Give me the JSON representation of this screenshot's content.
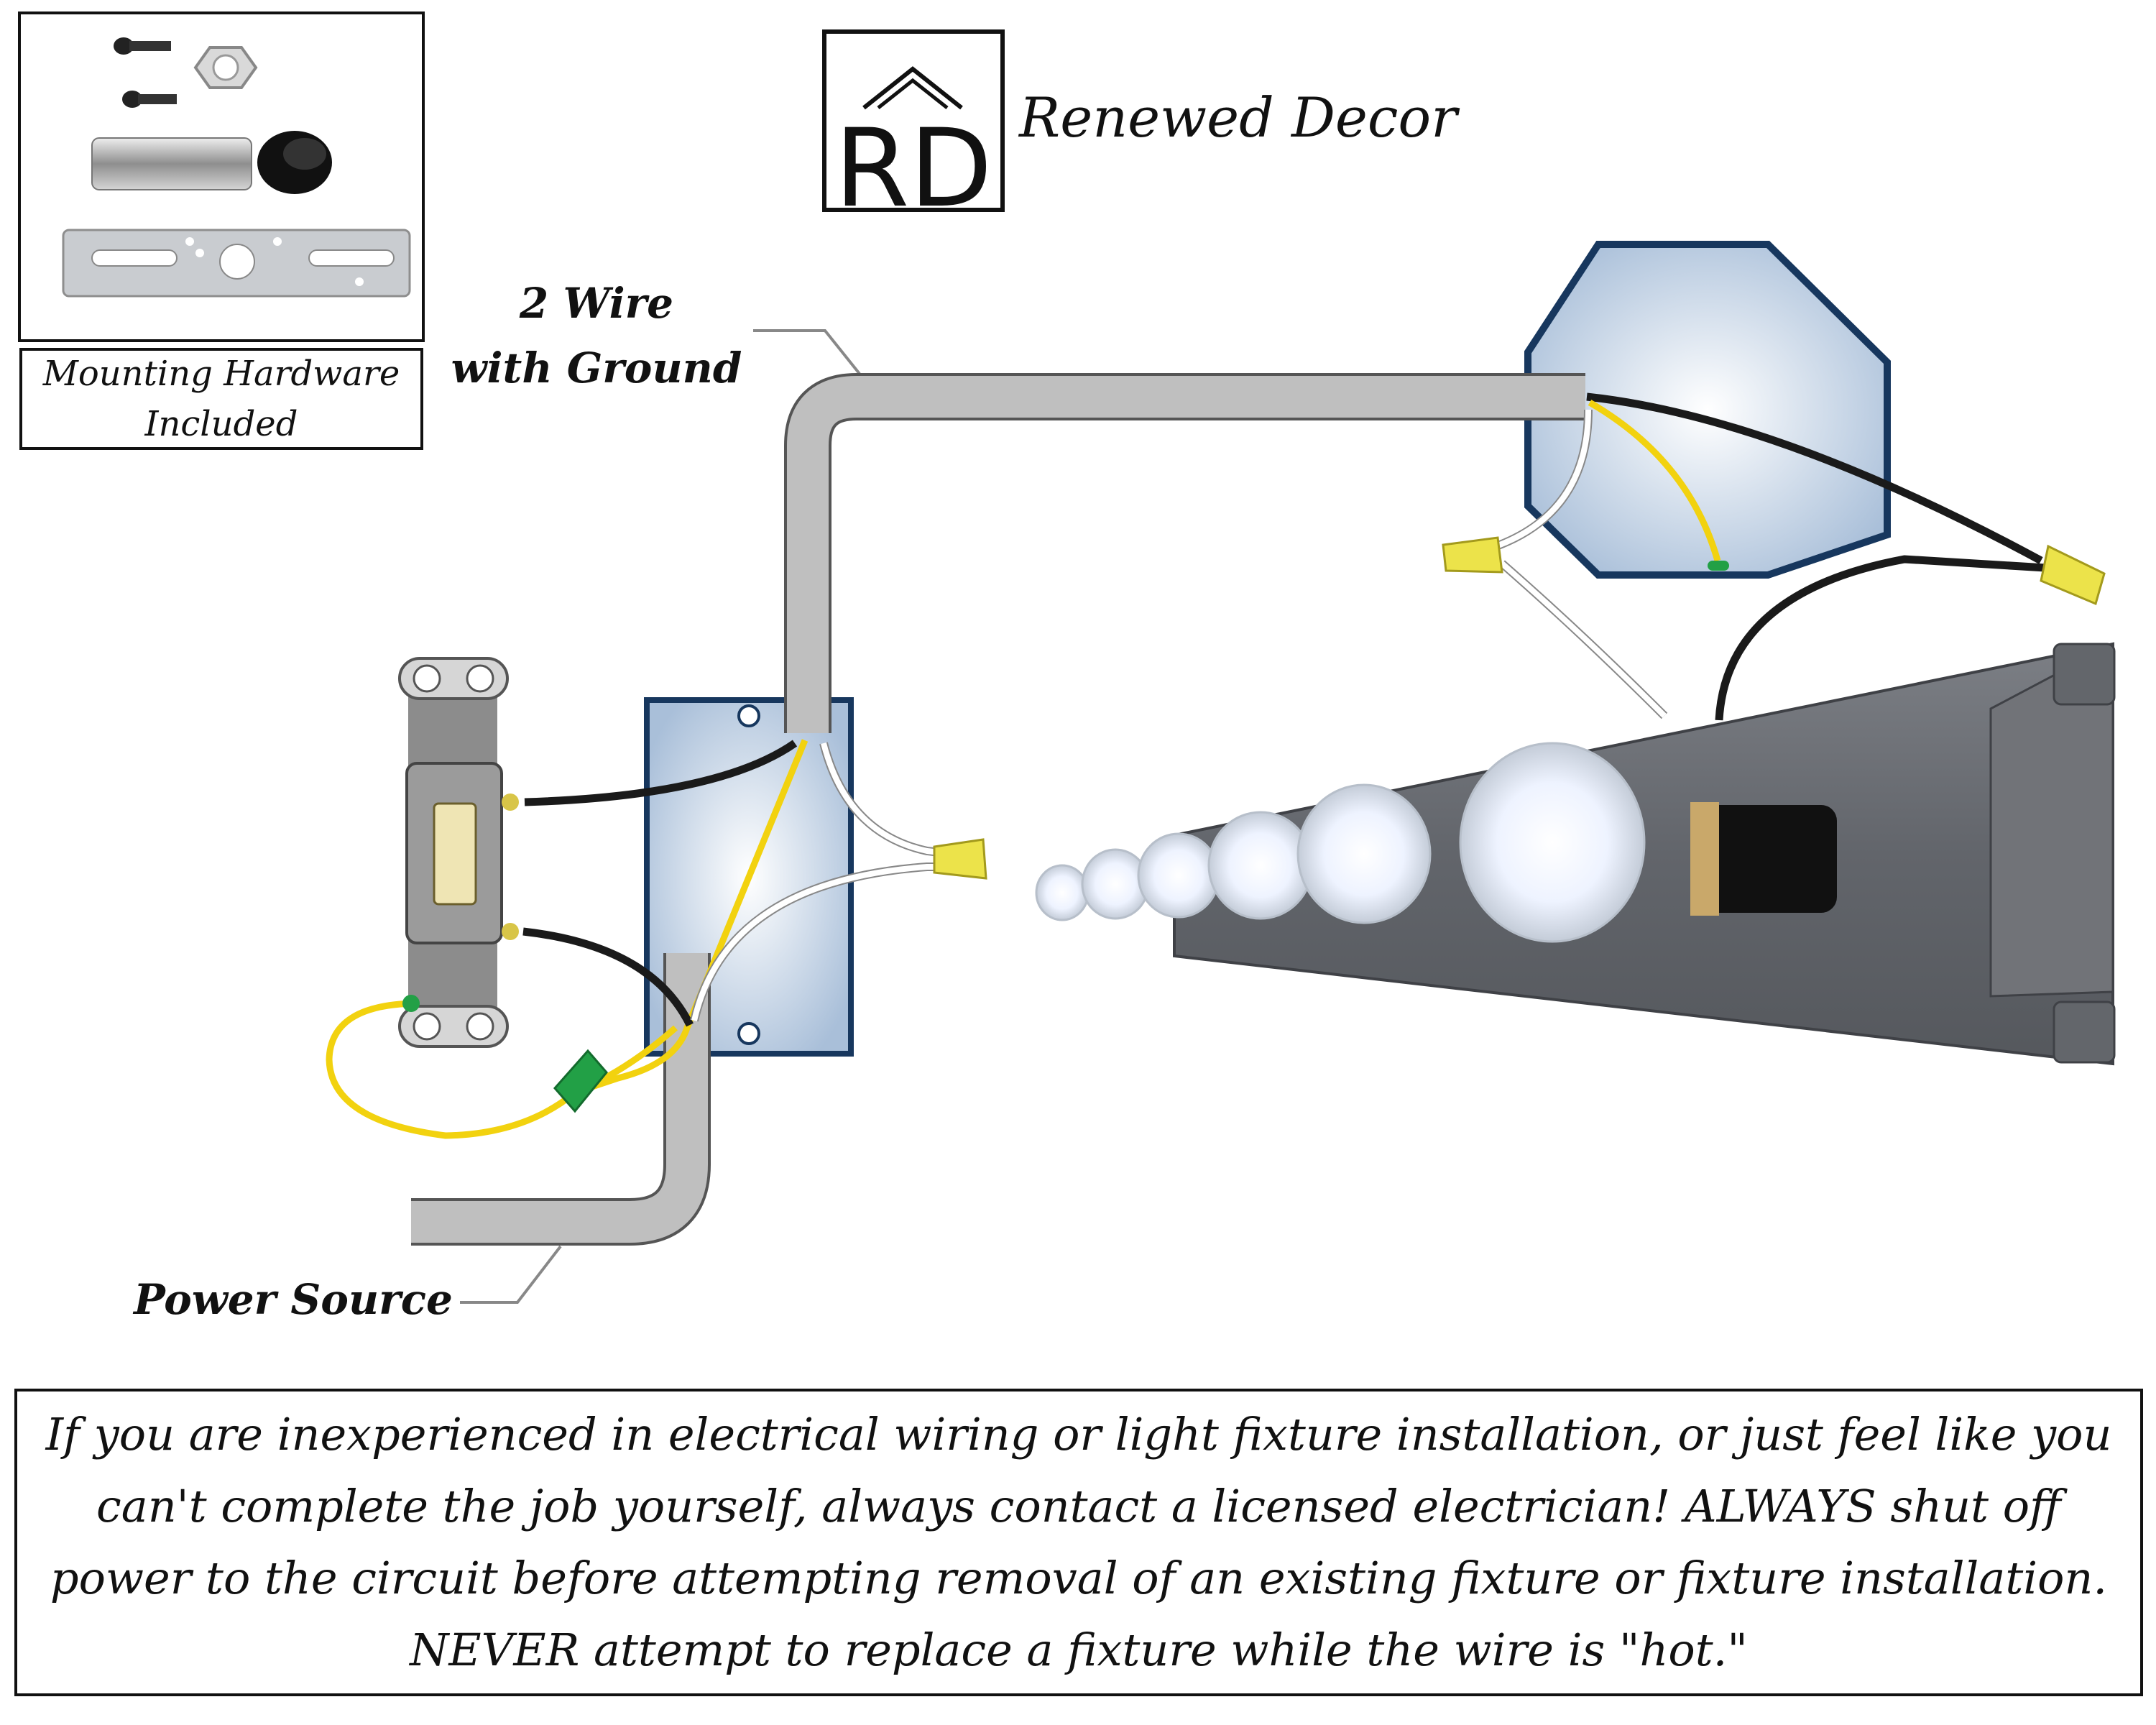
{
  "brand": {
    "name": "Renewed Decor",
    "logo_letters": "RD"
  },
  "hardware": {
    "caption": "Mounting Hardware\nIncluded"
  },
  "labels": {
    "wire_type_line1": "2 Wire",
    "wire_type_line2": "with Ground",
    "power_source": "Power Source"
  },
  "disclaimer": "If you are inexperienced in electrical wiring or light fixture installation, or just feel like you can't complete the job yourself, always contact a licensed electrician! ALWAYS shut off power to the circuit before attempting removal of an existing fixture or fixture installation. NEVER attempt to replace a fixture while the wire is \"hot.\"",
  "colors": {
    "cable": "#bfbfbf",
    "hot_wire": "#1a1a1a",
    "neutral_wire": "#ffffff",
    "ground_wire": "#f2d20f",
    "ground_nut": "#22a046",
    "wire_nut": "#ece34a",
    "octagon_border": "#17375e",
    "wood": "#6f7277"
  }
}
